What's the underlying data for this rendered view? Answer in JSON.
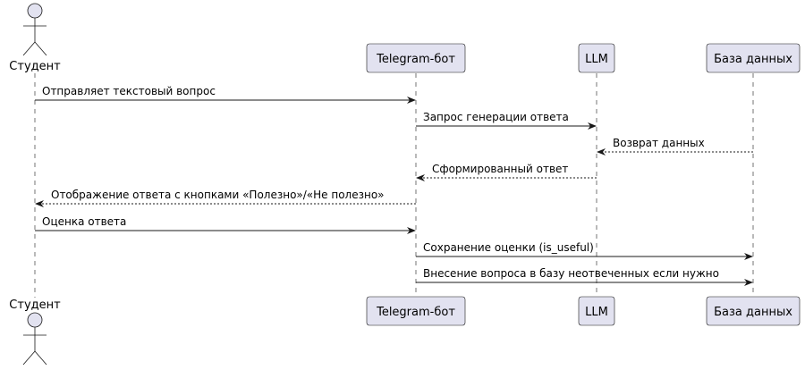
{
  "participants": [
    {
      "id": "student",
      "label": "Студент",
      "kind": "actor"
    },
    {
      "id": "bot",
      "label": "Telegram-бот",
      "kind": "box"
    },
    {
      "id": "llm",
      "label": "LLM",
      "kind": "box"
    },
    {
      "id": "db",
      "label": "База данных",
      "kind": "box"
    }
  ],
  "messages": [
    {
      "from": "student",
      "to": "bot",
      "label": "Отправляет текстовый вопрос",
      "style": "solid"
    },
    {
      "from": "bot",
      "to": "llm",
      "label": "Запрос генерации ответа",
      "style": "solid"
    },
    {
      "from": "db",
      "to": "llm",
      "label": "Возврат данных",
      "style": "dashed"
    },
    {
      "from": "llm",
      "to": "bot",
      "label": "Сформированный ответ",
      "style": "dashed"
    },
    {
      "from": "bot",
      "to": "student",
      "label": "Отображение ответа с кнопками «Полезно»/«Не полезно»",
      "style": "dashed"
    },
    {
      "from": "student",
      "to": "bot",
      "label": "Оценка ответа",
      "style": "solid"
    },
    {
      "from": "bot",
      "to": "db",
      "label": "Сохранение оценки (is_useful)",
      "style": "solid"
    },
    {
      "from": "bot",
      "to": "db",
      "label": "Внесение вопроса в базу неотвеченных если нужно",
      "style": "solid"
    }
  ],
  "colors": {
    "box_fill": "#E2E2F0",
    "box_stroke": "#181818",
    "lifeline": "#181818",
    "arrow": "#181818"
  }
}
